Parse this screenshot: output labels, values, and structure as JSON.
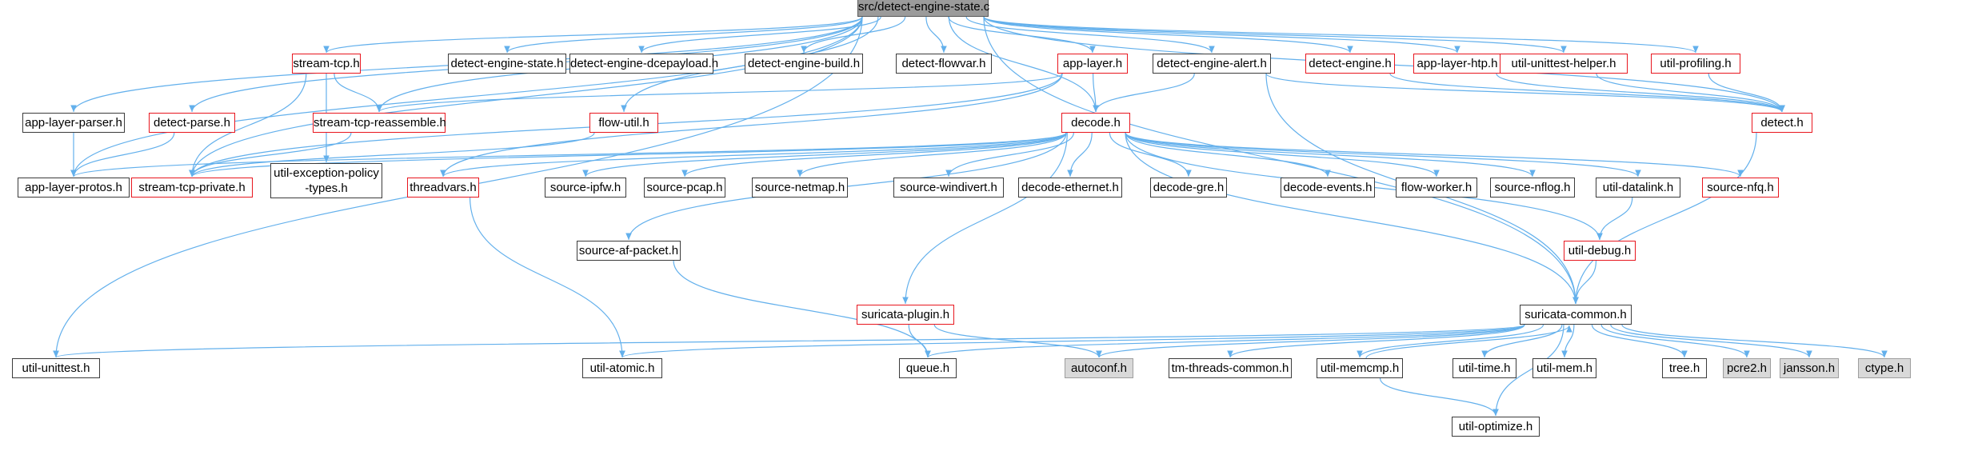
{
  "edge_color": "#63b0ec",
  "nodes": [
    {
      "id": "root",
      "label": "src/detect-engine-state.c",
      "style": "root"
    },
    {
      "id": "stream_tcp",
      "label": "stream-tcp.h",
      "style": "red"
    },
    {
      "id": "de_state",
      "label": "detect-engine-state.h",
      "style": "plain"
    },
    {
      "id": "de_dcepayload",
      "label": "detect-engine-dcepayload.h",
      "style": "plain"
    },
    {
      "id": "de_build",
      "label": "detect-engine-build.h",
      "style": "plain"
    },
    {
      "id": "detect_flowvar",
      "label": "detect-flowvar.h",
      "style": "plain"
    },
    {
      "id": "app_layer",
      "label": "app-layer.h",
      "style": "red"
    },
    {
      "id": "de_alert",
      "label": "detect-engine-alert.h",
      "style": "plain"
    },
    {
      "id": "detect_engine",
      "label": "detect-engine.h",
      "style": "red"
    },
    {
      "id": "app_layer_htp",
      "label": "app-layer-htp.h",
      "style": "red"
    },
    {
      "id": "unittest_helper",
      "label": "util-unittest-helper.h",
      "style": "red"
    },
    {
      "id": "util_profiling",
      "label": "util-profiling.h",
      "style": "red"
    },
    {
      "id": "app_layer_parser",
      "label": "app-layer-parser.h",
      "style": "plain"
    },
    {
      "id": "detect_parse",
      "label": "detect-parse.h",
      "style": "red"
    },
    {
      "id": "stcp_reassemble",
      "label": "stream-tcp-reassemble.h",
      "style": "red"
    },
    {
      "id": "flow_util",
      "label": "flow-util.h",
      "style": "red"
    },
    {
      "id": "decode",
      "label": "decode.h",
      "style": "red"
    },
    {
      "id": "detect_h",
      "label": "detect.h",
      "style": "red"
    },
    {
      "id": "app_layer_protos",
      "label": "app-layer-protos.h",
      "style": "plain"
    },
    {
      "id": "stcp_private",
      "label": "stream-tcp-private.h",
      "style": "red"
    },
    {
      "id": "util_exc",
      "label": "util-exception-policy -types.h",
      "style": "plain"
    },
    {
      "id": "threadvars",
      "label": "threadvars.h",
      "style": "red"
    },
    {
      "id": "source_ipfw",
      "label": "source-ipfw.h",
      "style": "plain"
    },
    {
      "id": "source_pcap",
      "label": "source-pcap.h",
      "style": "plain"
    },
    {
      "id": "source_netmap",
      "label": "source-netmap.h",
      "style": "plain"
    },
    {
      "id": "source_windivert",
      "label": "source-windivert.h",
      "style": "plain"
    },
    {
      "id": "decode_ethernet",
      "label": "decode-ethernet.h",
      "style": "plain"
    },
    {
      "id": "decode_gre",
      "label": "decode-gre.h",
      "style": "plain"
    },
    {
      "id": "decode_events",
      "label": "decode-events.h",
      "style": "plain"
    },
    {
      "id": "flow_worker",
      "label": "flow-worker.h",
      "style": "plain"
    },
    {
      "id": "source_nflog",
      "label": "source-nflog.h",
      "style": "plain"
    },
    {
      "id": "util_datalink",
      "label": "util-datalink.h",
      "style": "plain"
    },
    {
      "id": "source_nfq",
      "label": "source-nfq.h",
      "style": "red"
    },
    {
      "id": "source_af_packet",
      "label": "source-af-packet.h",
      "style": "plain"
    },
    {
      "id": "util_debug",
      "label": "util-debug.h",
      "style": "red"
    },
    {
      "id": "suricata_plugin",
      "label": "suricata-plugin.h",
      "style": "red"
    },
    {
      "id": "suricata_common",
      "label": "suricata-common.h",
      "style": "plain"
    },
    {
      "id": "util_unittest",
      "label": "util-unittest.h",
      "style": "plain"
    },
    {
      "id": "util_atomic",
      "label": "util-atomic.h",
      "style": "plain"
    },
    {
      "id": "queue",
      "label": "queue.h",
      "style": "plain"
    },
    {
      "id": "autoconf",
      "label": "autoconf.h",
      "style": "gray"
    },
    {
      "id": "tm_threads",
      "label": "tm-threads-common.h",
      "style": "plain"
    },
    {
      "id": "util_memcmp",
      "label": "util-memcmp.h",
      "style": "plain"
    },
    {
      "id": "util_time",
      "label": "util-time.h",
      "style": "plain"
    },
    {
      "id": "util_mem",
      "label": "util-mem.h",
      "style": "plain"
    },
    {
      "id": "tree",
      "label": "tree.h",
      "style": "plain"
    },
    {
      "id": "pcre2",
      "label": "pcre2.h",
      "style": "gray"
    },
    {
      "id": "jansson",
      "label": "jansson.h",
      "style": "gray"
    },
    {
      "id": "ctype",
      "label": "ctype.h",
      "style": "gray"
    },
    {
      "id": "util_optimize",
      "label": "util-optimize.h",
      "style": "plain"
    }
  ],
  "edges": [
    [
      "root",
      "stream_tcp"
    ],
    [
      "root",
      "de_state"
    ],
    [
      "root",
      "de_dcepayload"
    ],
    [
      "root",
      "de_build"
    ],
    [
      "root",
      "detect_flowvar"
    ],
    [
      "root",
      "app_layer"
    ],
    [
      "root",
      "de_alert"
    ],
    [
      "root",
      "detect_engine"
    ],
    [
      "root",
      "app_layer_htp"
    ],
    [
      "root",
      "unittest_helper"
    ],
    [
      "root",
      "util_profiling"
    ],
    [
      "root",
      "app_layer_parser"
    ],
    [
      "root",
      "detect_parse"
    ],
    [
      "root",
      "stcp_reassemble"
    ],
    [
      "root",
      "flow_util"
    ],
    [
      "root",
      "decode"
    ],
    [
      "root",
      "detect_h"
    ],
    [
      "root",
      "app_layer_protos"
    ],
    [
      "root",
      "stcp_private"
    ],
    [
      "root",
      "util_unittest"
    ],
    [
      "root",
      "suricata_common"
    ],
    [
      "stream_tcp",
      "stcp_reassemble"
    ],
    [
      "stream_tcp",
      "stcp_private"
    ],
    [
      "stream_tcp",
      "util_exc"
    ],
    [
      "app_layer",
      "decode"
    ],
    [
      "app_layer",
      "stcp_reassemble"
    ],
    [
      "app_layer",
      "stcp_private"
    ],
    [
      "app_layer",
      "threadvars"
    ],
    [
      "de_alert",
      "decode"
    ],
    [
      "de_alert",
      "detect_h"
    ],
    [
      "de_alert",
      "suricata_common"
    ],
    [
      "detect_engine",
      "detect_h"
    ],
    [
      "app_layer_htp",
      "detect_h"
    ],
    [
      "unittest_helper",
      "detect_h"
    ],
    [
      "util_profiling",
      "detect_h"
    ],
    [
      "app_layer_parser",
      "app_layer_protos"
    ],
    [
      "detect_parse",
      "app_layer_protos"
    ],
    [
      "stcp_reassemble",
      "stcp_private"
    ],
    [
      "flow_util",
      "stcp_private"
    ],
    [
      "decode",
      "app_layer_protos"
    ],
    [
      "decode",
      "stcp_private"
    ],
    [
      "decode",
      "threadvars"
    ],
    [
      "decode",
      "source_ipfw"
    ],
    [
      "decode",
      "source_pcap"
    ],
    [
      "decode",
      "source_netmap"
    ],
    [
      "decode",
      "source_windivert"
    ],
    [
      "decode",
      "decode_ethernet"
    ],
    [
      "decode",
      "decode_gre"
    ],
    [
      "decode",
      "decode_events"
    ],
    [
      "decode",
      "flow_worker"
    ],
    [
      "decode",
      "source_nflog"
    ],
    [
      "decode",
      "util_datalink"
    ],
    [
      "decode",
      "source_nfq"
    ],
    [
      "decode",
      "source_af_packet"
    ],
    [
      "decode",
      "util_debug"
    ],
    [
      "decode",
      "suricata_plugin"
    ],
    [
      "decode",
      "suricata_common"
    ],
    [
      "detect_h",
      "suricata_common"
    ],
    [
      "threadvars",
      "util_atomic"
    ],
    [
      "util_datalink",
      "util_debug"
    ],
    [
      "util_debug",
      "suricata_common"
    ],
    [
      "source_af_packet",
      "queue"
    ],
    [
      "suricata_plugin",
      "queue"
    ],
    [
      "suricata_plugin",
      "autoconf"
    ],
    [
      "suricata_common",
      "util_unittest"
    ],
    [
      "suricata_common",
      "util_atomic"
    ],
    [
      "suricata_common",
      "queue"
    ],
    [
      "suricata_common",
      "autoconf"
    ],
    [
      "suricata_common",
      "tm_threads"
    ],
    [
      "suricata_common",
      "util_memcmp"
    ],
    [
      "suricata_common",
      "util_time"
    ],
    [
      "suricata_common",
      "util_mem"
    ],
    [
      "suricata_common",
      "tree"
    ],
    [
      "suricata_common",
      "pcre2"
    ],
    [
      "suricata_common",
      "jansson"
    ],
    [
      "suricata_common",
      "ctype"
    ],
    [
      "suricata_common",
      "util_optimize"
    ],
    [
      "util_memcmp",
      "suricata_common"
    ],
    [
      "util_memcmp",
      "util_optimize"
    ]
  ]
}
